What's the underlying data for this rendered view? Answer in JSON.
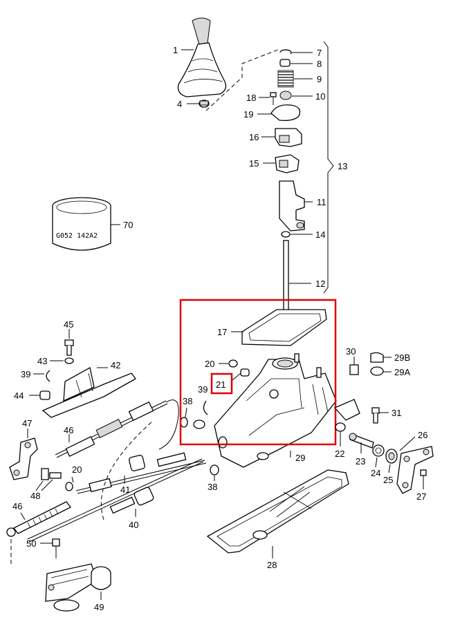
{
  "labels": {
    "p1": "1",
    "p4": "4",
    "p7": "7",
    "p8": "8",
    "p9": "9",
    "p10": "10",
    "p18": "18",
    "p19": "19",
    "p16": "16",
    "p15": "15",
    "p13": "13",
    "p11": "11",
    "p14": "14",
    "p12": "12",
    "p70": "70",
    "p17": "17",
    "p45": "45",
    "p43": "43",
    "p42": "42",
    "p39a": "39",
    "p44": "44",
    "p20a": "20",
    "p21": "21",
    "p39b": "39",
    "p38a": "38",
    "p30": "30",
    "p29b": "29B",
    "p29a": "29A",
    "p31": "31",
    "p47": "47",
    "p46a": "46",
    "p20b": "20",
    "p41": "41",
    "p29": "29",
    "p22": "22",
    "p26": "26",
    "p23": "23",
    "p24": "24",
    "p25": "25",
    "p27": "27",
    "p48": "48",
    "p38b": "38",
    "p40": "40",
    "p46b": "46",
    "p28": "28",
    "p50": "50",
    "p49": "49"
  },
  "ring_code": "G052 142A2",
  "highlight": {
    "color": "#e00000"
  }
}
